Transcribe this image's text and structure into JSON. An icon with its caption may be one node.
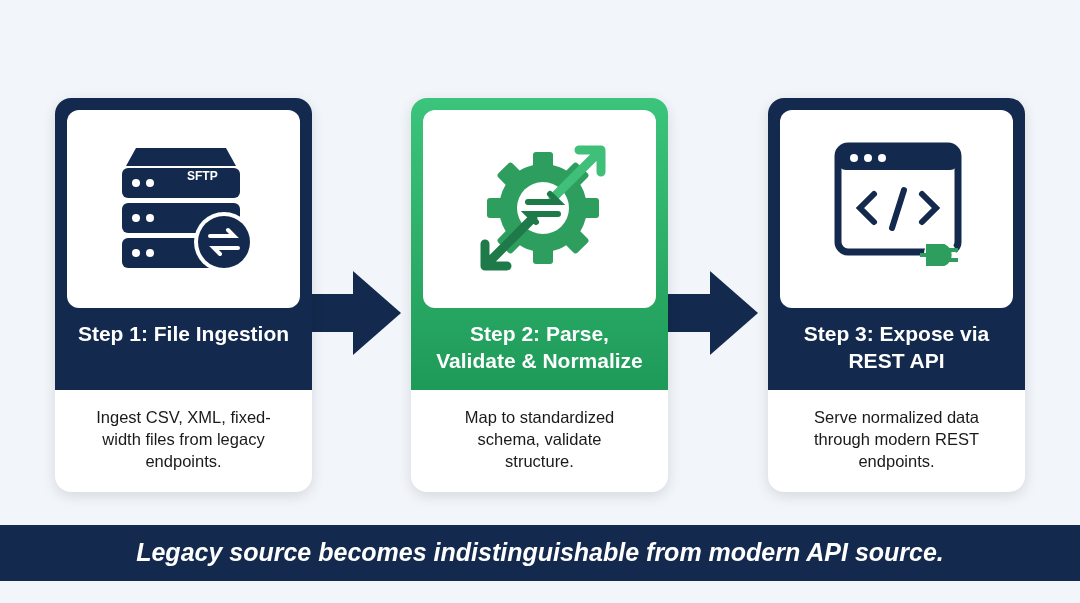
{
  "diagram": {
    "nodes": [
      {
        "text": [
          "Step 1: File Ingestion",
          "Ingest CSV, XML, fixed-width files from legacy endpoints."
        ]
      },
      {
        "text": [
          "Step 2: Parse, Validate & Normalize",
          "Map to standardized schema, validate structure."
        ]
      },
      {
        "text": [
          "Step 3: Expose via REST API",
          "Serve normalized data through modern REST endpoints."
        ]
      }
    ],
    "edges": [
      {
        "from": 0,
        "to": 1,
        "arrow": "to"
      },
      {
        "from": 1,
        "to": 2,
        "arrow": "to"
      }
    ],
    "labels": [
      "SFTP",
      "Legacy source becomes indistinguishable from modern API source."
    ]
  }
}
